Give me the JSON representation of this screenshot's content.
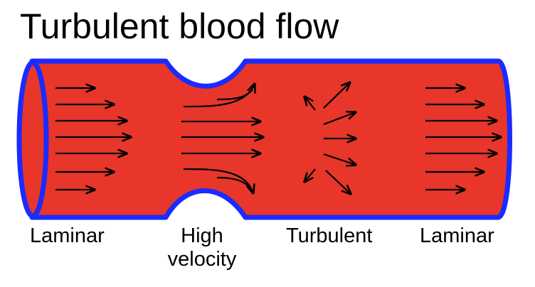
{
  "title": "Turbulent blood flow",
  "labels": {
    "laminar_left": "Laminar",
    "high_line1": "High",
    "high_line2": "velocity",
    "turbulent": "Turbulent",
    "laminar_right": "Laminar"
  },
  "colors": {
    "vessel_fill": "#e8362a",
    "vessel_wall": "#1a2bff",
    "arrow": "#000000",
    "text": "#000000"
  }
}
